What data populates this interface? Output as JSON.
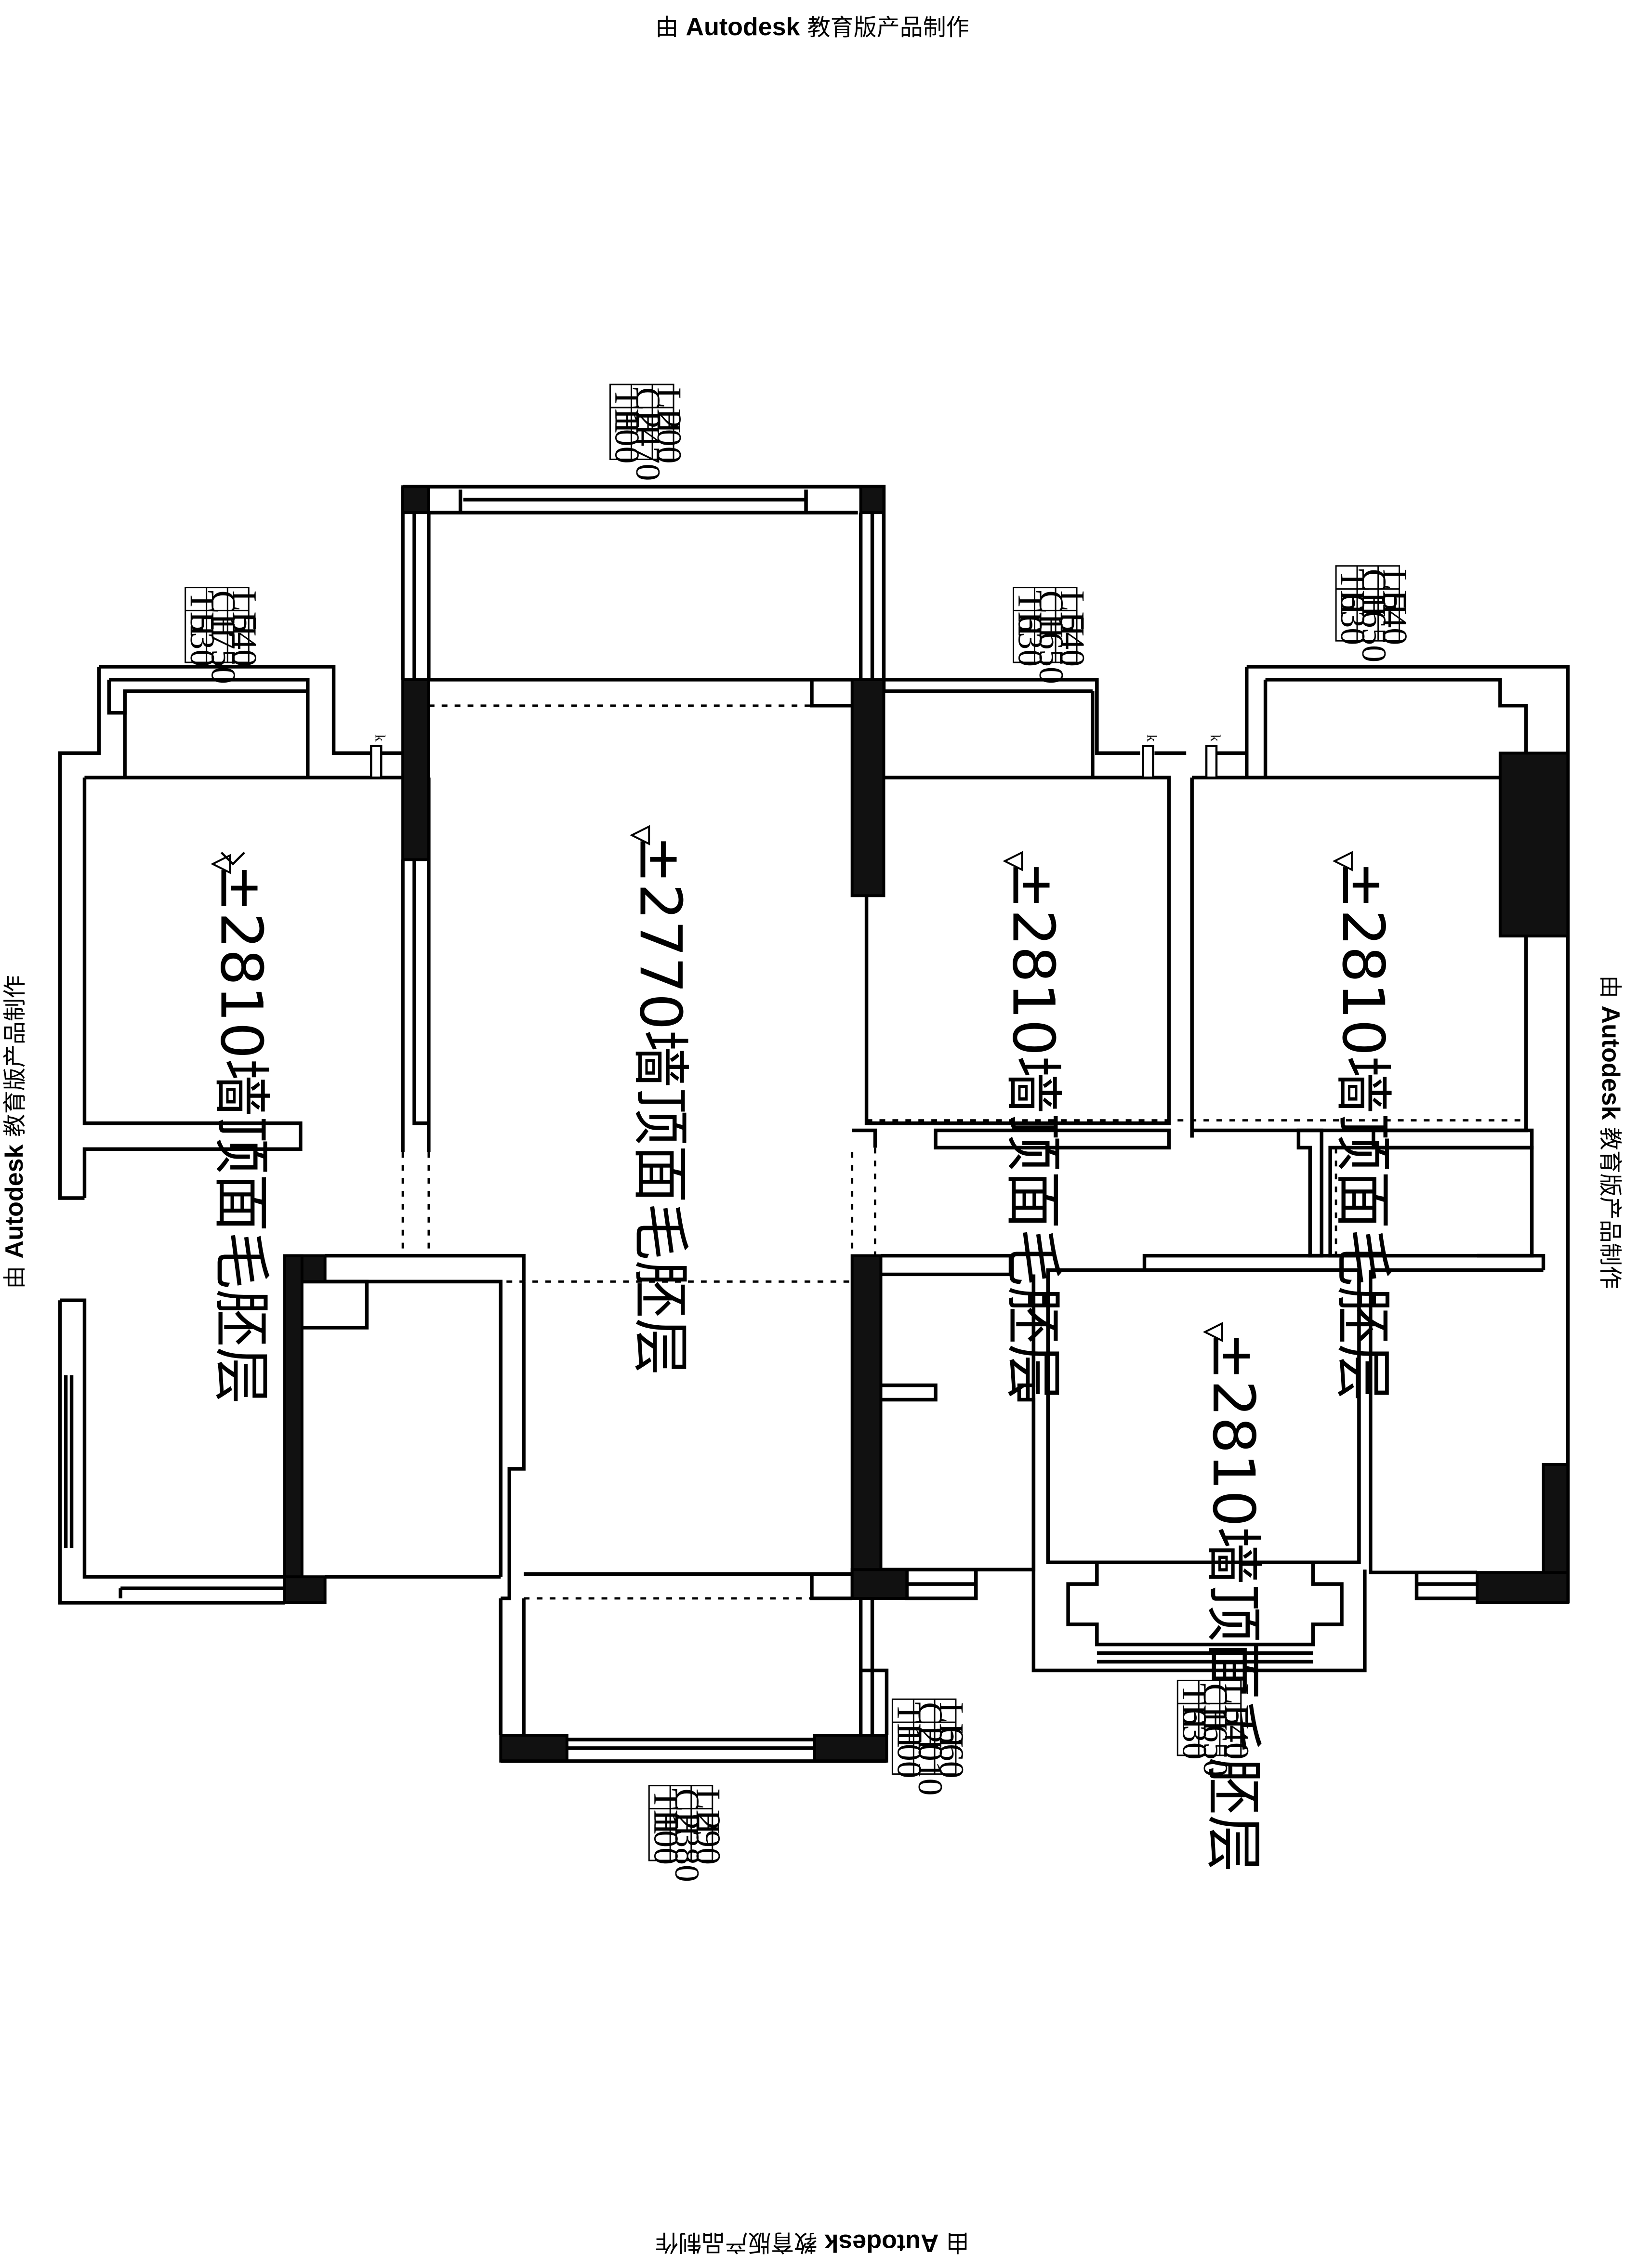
{
  "watermark": {
    "prefix": "由",
    "brand": "Autodesk",
    "suffix": "教育版产品制作"
  },
  "rooms": [
    {
      "label": "±2810墙顶面毛胚层"
    },
    {
      "label": "±2770墙顶面毛胚层"
    },
    {
      "label": "±2810墙顶面毛胚层"
    },
    {
      "label": "±2810墙顶面毛胚层"
    },
    {
      "label": "±2810墙顶面毛胚层"
    }
  ],
  "window_tags": [
    {
      "rows": [
        [
          "LH",
          "200"
        ],
        [
          "CH",
          "2470"
        ],
        [
          "TH",
          "100"
        ]
      ]
    },
    {
      "rows": [
        [
          "LH",
          "540"
        ],
        [
          "CH",
          "1750"
        ],
        [
          "TH",
          "530"
        ]
      ]
    },
    {
      "rows": [
        [
          "LH",
          "540"
        ],
        [
          "CH",
          "1650"
        ],
        [
          "TH",
          "630"
        ]
      ]
    },
    {
      "rows": [
        [
          "LH",
          "540"
        ],
        [
          "CH",
          "1650"
        ],
        [
          "TH",
          "630"
        ]
      ]
    },
    {
      "rows": [
        [
          "LH",
          "660"
        ],
        [
          "CH",
          "2010"
        ],
        [
          "TH",
          "100"
        ]
      ]
    },
    {
      "rows": [
        [
          "LH",
          "540"
        ],
        [
          "CH",
          "1650"
        ],
        [
          "TH",
          "630"
        ]
      ]
    },
    {
      "rows": [
        [
          "LH",
          "290"
        ],
        [
          "CH",
          "2380"
        ],
        [
          "TH",
          "100"
        ]
      ]
    }
  ],
  "socket_mark": "k"
}
